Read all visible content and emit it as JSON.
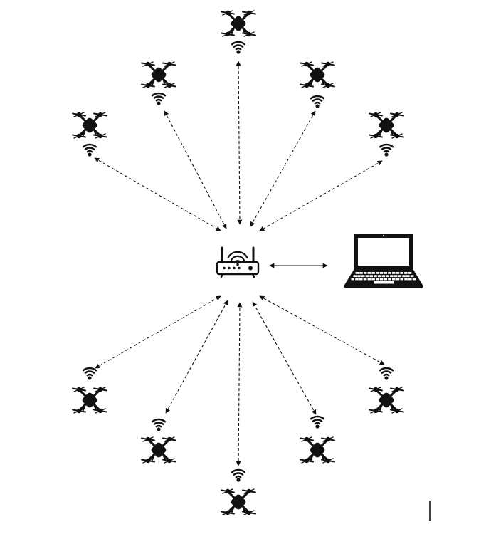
{
  "colors": {
    "ink": "#111111",
    "background": "#ffffff"
  },
  "hub": {
    "icon": "wifi-router-icon"
  },
  "controller": {
    "icon": "laptop-icon"
  },
  "links": {
    "style": "dashed",
    "arrowheads": "both-ends",
    "controller_link_style": "solid"
  },
  "drones": [
    {
      "id": "drone-top",
      "icon": "quadcopter-drone-icon",
      "signal_icon": "wifi-signal-icon"
    },
    {
      "id": "drone-upper-left-inner",
      "icon": "quadcopter-drone-icon",
      "signal_icon": "wifi-signal-icon"
    },
    {
      "id": "drone-upper-right-inner",
      "icon": "quadcopter-drone-icon",
      "signal_icon": "wifi-signal-icon"
    },
    {
      "id": "drone-upper-left-outer",
      "icon": "quadcopter-drone-icon",
      "signal_icon": "wifi-signal-icon"
    },
    {
      "id": "drone-upper-right-outer",
      "icon": "quadcopter-drone-icon",
      "signal_icon": "wifi-signal-icon"
    },
    {
      "id": "drone-lower-left-outer",
      "icon": "quadcopter-drone-icon",
      "signal_icon": "wifi-signal-icon"
    },
    {
      "id": "drone-lower-right-outer",
      "icon": "quadcopter-drone-icon",
      "signal_icon": "wifi-signal-icon"
    },
    {
      "id": "drone-lower-left-inner",
      "icon": "quadcopter-drone-icon",
      "signal_icon": "wifi-signal-icon"
    },
    {
      "id": "drone-lower-right-inner",
      "icon": "quadcopter-drone-icon",
      "signal_icon": "wifi-signal-icon"
    },
    {
      "id": "drone-bottom",
      "icon": "quadcopter-drone-icon",
      "signal_icon": "wifi-signal-icon"
    }
  ]
}
